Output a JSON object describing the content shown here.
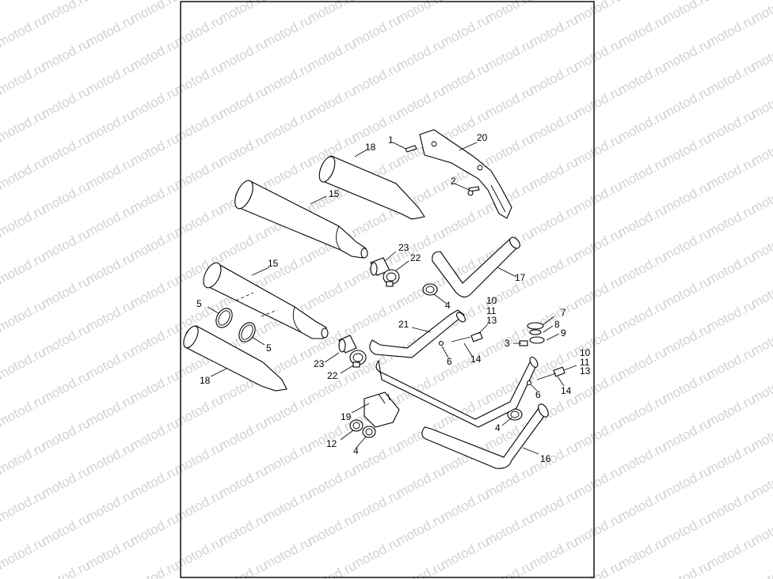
{
  "watermark": "motod.ru",
  "colors": {
    "ink": "#000000",
    "watermark": "#d2d2d2",
    "background": "#ffffff"
  },
  "callouts": {
    "c1": "1",
    "c2": "2",
    "c3": "3",
    "c4a": "4",
    "c4b": "4",
    "c4c": "4",
    "c5a": "5",
    "c5b": "5",
    "c6a": "6",
    "c6b": "6",
    "c7": "7",
    "c8": "8",
    "c9": "9",
    "c10a": "10",
    "c11a": "11",
    "c13a": "13",
    "c10b": "10",
    "c11b": "11",
    "c13b": "13",
    "c12": "12",
    "c14a": "14",
    "c14b": "14",
    "c15a": "15",
    "c15b": "15",
    "c16": "16",
    "c17": "17",
    "c18a": "18",
    "c18b": "18",
    "c19": "19",
    "c20": "20",
    "c21": "21",
    "c22a": "22",
    "c22b": "22",
    "c23a": "23",
    "c23b": "23"
  }
}
